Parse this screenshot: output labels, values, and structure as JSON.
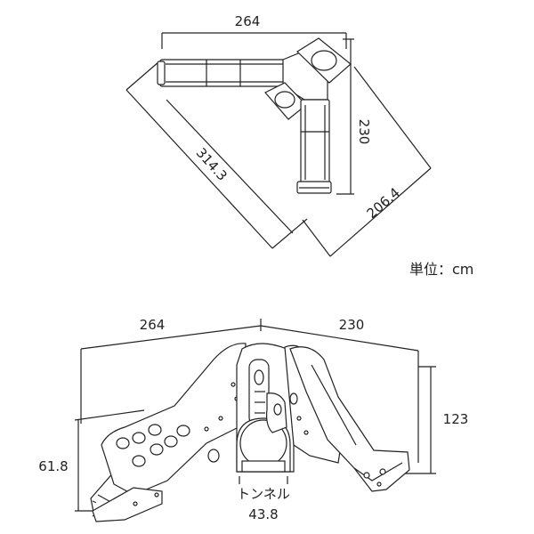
{
  "top_view": {
    "width": "264",
    "depth": "230",
    "diagonal_left": "314.3",
    "diagonal_right": "206.4"
  },
  "unit_label": "単位：cm",
  "front_view": {
    "width_left": "264",
    "width_right": "230",
    "height": "123",
    "platform_height": "61.8",
    "tunnel_label": "トンネル",
    "tunnel_width": "43.8"
  },
  "colors": {
    "line": "#222222",
    "fill": "#ffffff"
  }
}
